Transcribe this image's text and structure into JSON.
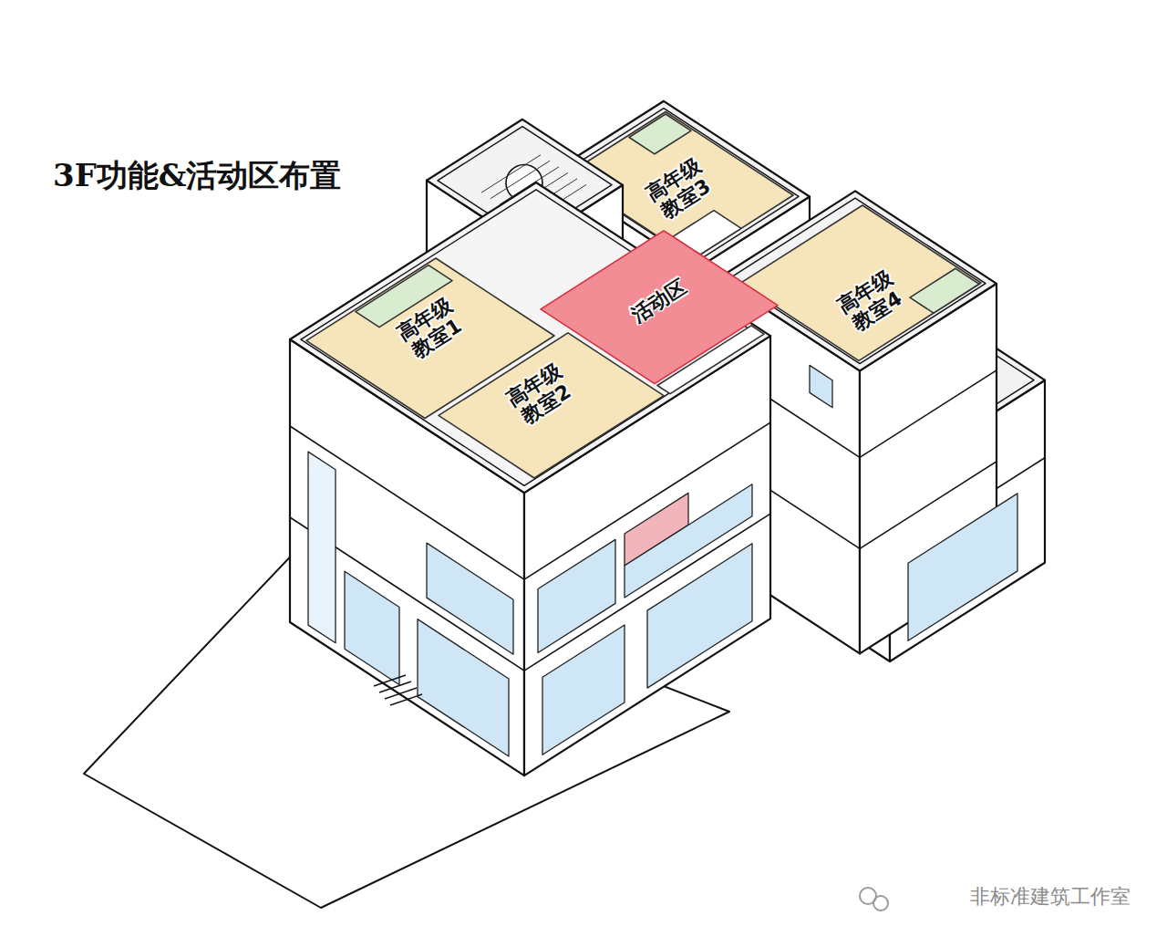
{
  "diagram": {
    "title": "3F功能&活动区布置",
    "nodes": [
      {
        "text": [
          "高年级 教室1"
        ]
      },
      {
        "text": [
          "高年级 教室2"
        ]
      },
      {
        "text": [
          "活动区"
        ]
      },
      {
        "text": [
          "高年级 教室3"
        ]
      },
      {
        "text": [
          "高年级 教室4"
        ]
      }
    ],
    "labels": [
      "非标准建筑工作室"
    ]
  }
}
